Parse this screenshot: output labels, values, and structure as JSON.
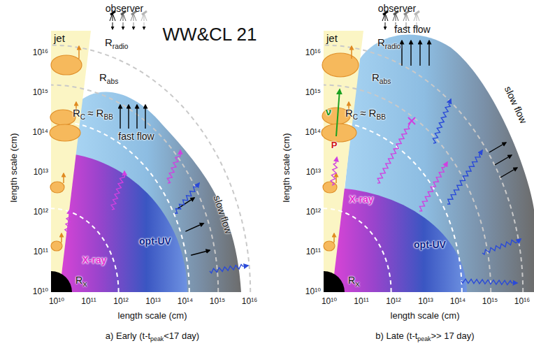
{
  "diagram": {
    "caption": "",
    "nodes": [
      {
        "text": [
          "jet"
        ]
      },
      {
        "text": [
          "jet"
        ]
      }
    ],
    "labels": [
      "observer",
      "WW&CL 21",
      "R",
      "radio",
      "R",
      "abs",
      "R",
      "C",
      "≈ R",
      "BB",
      "fast flow",
      "slow flow",
      "X-ray",
      "opt-UV",
      "R",
      "X",
      "length scale (cm)",
      "length scale (cm)",
      "10¹⁰",
      "10¹¹",
      "10¹²",
      "10¹³",
      "10¹⁴",
      "10¹⁵",
      "10¹⁶",
      "10¹⁰",
      "10¹¹",
      "10¹²",
      "10¹³",
      "10¹⁴",
      "10¹⁵",
      "10¹⁶",
      "a) Early (t-t",
      "peak",
      "<17 day)",
      "observer",
      "R",
      "radio",
      "R",
      "abs",
      "R",
      "C",
      "≈ R",
      "BB",
      "ν",
      "P",
      "fast flow",
      "slow flow",
      "X-ray",
      "opt-UV",
      "R",
      "X",
      "length scale (cm)",
      "length scale (cm)",
      "10¹⁰",
      "10¹¹",
      "10¹²",
      "10¹³",
      "10¹⁴",
      "10¹⁵",
      "10¹⁶",
      "10¹⁰",
      "10¹¹",
      "10¹²",
      "10¹³",
      "10¹⁴",
      "10¹⁵",
      "10¹⁶",
      "b) Late (t-t",
      "peak",
      ">> 17 day)"
    ]
  }
}
